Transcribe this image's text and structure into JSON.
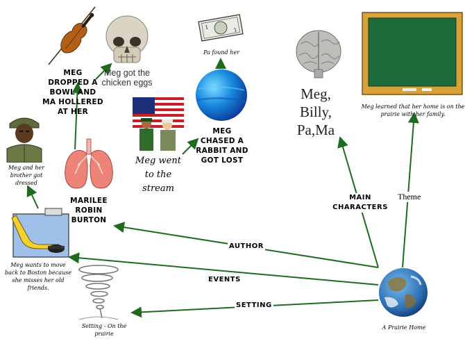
{
  "nodes": {
    "meg_dropped": "MEG DROPPED A BOWL AND MA HOLLERED AT HER",
    "meg_got_eggs": "Meg got the chicken eggs",
    "pa_found_her": "Pa found her",
    "meg_went_stream": "Meg went to the stream",
    "meg_chased": "MEG CHASED A RABBIT AND GOT LOST",
    "meg_brother_dressed": "Meg and her brother got dressed",
    "author_name": "MARILEE ROBIN BURTON",
    "main_characters_names": "Meg, Billy, Pa,Ma",
    "theme_text": "Meg learned that her home is on the prairie with her family.",
    "event_text": "Meg wants to move back to Boston because she misses her old friends.",
    "setting_text": "Setting - On the prairie",
    "center_text": "A Prairie Home"
  },
  "edges": {
    "author": "AUTHOR",
    "events": "EVENTS",
    "setting": "SETTING",
    "main_characters": "MAIN CHARACTERS",
    "theme": "Theme"
  },
  "colors": {
    "arrow": "#1e6b1e",
    "board_frame": "#d8a23a",
    "board_face": "#1f6b3a"
  },
  "icons": [
    "violin-icon",
    "skull-icon",
    "dollar-bill-icon",
    "blue-planet-icon",
    "brain-icon",
    "chalkboard-icon",
    "flag-soldiers-icon",
    "soldier-icon",
    "lungs-icon",
    "hockey-icon",
    "tornado-icon",
    "earth-icon"
  ]
}
